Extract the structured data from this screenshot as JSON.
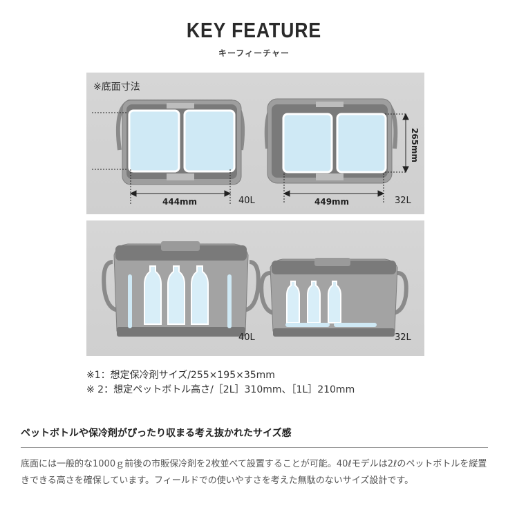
{
  "header": {
    "title": "KEY FEATURE",
    "subtitle": "キーフィーチャー"
  },
  "figure_top": {
    "note": "※底面寸法",
    "left": {
      "width_label": "444mm",
      "capacity": "40L"
    },
    "right": {
      "width_label": "449mm",
      "height_label": "265mm",
      "capacity": "32L"
    }
  },
  "figure_bottom": {
    "left": {
      "capacity": "40L"
    },
    "right": {
      "capacity": "32L"
    }
  },
  "notes": [
    "※1：想定保冷剤サイズ/255×195×35mm",
    "※ 2：想定ペットボトル高さ/［2L］310mm、［1L］210mm"
  ],
  "section": {
    "heading": "ペットボトルや保冷剤がぴったり収まる考え抜かれたサイズ感",
    "body": "底面には一般的な1000ｇ前後の市販保冷剤を2枚並べて設置することが可能。40ℓモデルは2ℓのペットボトルを縦置きできる高さを確保しています。フィールドでの使いやすさを考えた無駄のないサイズ設計です。"
  },
  "colors": {
    "panel_bg": "#d3d3d3",
    "cooler_body": "#9e9e9e",
    "cooler_dark": "#6f6f6f",
    "ice_pack": "#cfe9f5",
    "bottle": "#d8eef8"
  }
}
